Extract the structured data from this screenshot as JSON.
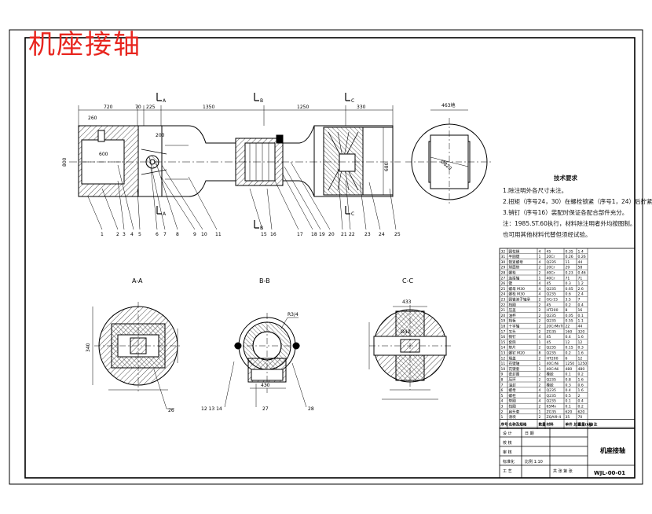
{
  "title_watermark": "机座接轴",
  "section_labels": {
    "aa": "A-A",
    "bb": "B-B",
    "cc": "C-C",
    "a": "A",
    "b": "B",
    "c": "C"
  },
  "dimensions": {
    "d720": "720",
    "d70": "70",
    "d225": "225",
    "d1350": "1350",
    "d1250": "1250",
    "d330": "330",
    "d260": "260",
    "d200": "200",
    "d800": "800",
    "d680": "680",
    "d600": "600",
    "d463": "463地",
    "d820": "Ø820",
    "d340": "340",
    "d42": "Ø42",
    "d430": "430",
    "d433": "433"
  },
  "part_numbers": [
    "1",
    "2",
    "3",
    "4",
    "5",
    "6",
    "7",
    "8",
    "9",
    "10",
    "11",
    "15",
    "16",
    "17",
    "18",
    "19",
    "20",
    "21",
    "22",
    "23",
    "24",
    "25"
  ],
  "section_callouts": {
    "c26": "26",
    "c27": "27",
    "c28": "28",
    "c121314": "12 13 14",
    "r": "R3/4"
  },
  "tech_requirements": {
    "heading": "技术要求",
    "lines": [
      "1.除注明外各尺寸未注。",
      "2.扭矩（序号24，30）在螺栓锁紧（序号1，24）后拧紧锁紧。",
      "3.销钉（序号16）装配时保证各配合部件充分。",
      "注：1985.ST.60执行，材料除注明者外均按图制。",
      "   也可用其他材料代替但须经试验。"
    ]
  },
  "bom": {
    "rows": [
      {
        "no": "32",
        "name": "圆柱销",
        "qty": "4",
        "mat": "45",
        "w1": "0.35",
        "w2": "1.4"
      },
      {
        "no": "31",
        "name": "半圆键",
        "qty": "1",
        "mat": "20Cr",
        "w1": "0.26",
        "w2": "0.26"
      },
      {
        "no": "30",
        "name": "锁紧螺母",
        "qty": "4",
        "mat": "Q235",
        "w1": "11",
        "w2": "44"
      },
      {
        "no": "29",
        "name": "球面垫",
        "qty": "2",
        "mat": "20Cr",
        "w1": "29",
        "w2": "58"
      },
      {
        "no": "28",
        "name": "螺栓",
        "qty": "2",
        "mat": "40Cr",
        "w1": "0.23",
        "w2": "0.46"
      },
      {
        "no": "27",
        "name": "连接轴",
        "qty": "1",
        "mat": "40Cr",
        "w1": "71",
        "w2": "71"
      },
      {
        "no": "26",
        "name": "键",
        "qty": "4",
        "mat": "45",
        "w1": "0.3",
        "w2": "1.2"
      },
      {
        "no": "25",
        "name": "螺母 M30",
        "qty": "4",
        "mat": "Q235",
        "w1": "0.65",
        "w2": "2.6"
      },
      {
        "no": "24",
        "name": "螺栓 M30",
        "qty": "4",
        "mat": "Q235",
        "w1": "0.6",
        "w2": "2.4"
      },
      {
        "no": "23",
        "name": "圆锥滚子轴承",
        "qty": "2",
        "mat": "GCr15",
        "w1": "3.5",
        "w2": "7"
      },
      {
        "no": "22",
        "name": "挡圈",
        "qty": "2",
        "mat": "45",
        "w1": "0.2",
        "w2": "0.4"
      },
      {
        "no": "21",
        "name": "压盖",
        "qty": "2",
        "mat": "HT200",
        "w1": "8",
        "w2": "16"
      },
      {
        "no": "20",
        "name": "油杯",
        "qty": "2",
        "mat": "Q235",
        "w1": "0.05",
        "w2": "0.1"
      },
      {
        "no": "19",
        "name": "挡板",
        "qty": "2",
        "mat": "Q235",
        "w1": "0.55",
        "w2": "1.1"
      },
      {
        "no": "18",
        "name": "十字轴",
        "qty": "2",
        "mat": "20CrMnTi",
        "w1": "22",
        "w2": "44"
      },
      {
        "no": "17",
        "name": "叉头",
        "qty": "2",
        "mat": "ZG35",
        "w1": "160",
        "w2": "320"
      },
      {
        "no": "16",
        "name": "销钉",
        "qty": "4",
        "mat": "45",
        "w1": "0.4",
        "w2": "1.6"
      },
      {
        "no": "15",
        "name": "套筒",
        "qty": "1",
        "mat": "45",
        "w1": "12",
        "w2": "12"
      },
      {
        "no": "14",
        "name": "垫片",
        "qty": "2",
        "mat": "Q235",
        "w1": "0.15",
        "w2": "0.3"
      },
      {
        "no": "13",
        "name": "螺钉 M20",
        "qty": "8",
        "mat": "Q235",
        "w1": "0.2",
        "w2": "1.6"
      },
      {
        "no": "12",
        "name": "端盖",
        "qty": "2",
        "mat": "HT200",
        "w1": "6",
        "w2": "12"
      },
      {
        "no": "11",
        "name": "花键轴",
        "qty": "1",
        "mat": "40CrNi",
        "w1": "1250",
        "w2": "1250"
      },
      {
        "no": "10",
        "name": "花键套",
        "qty": "1",
        "mat": "40CrNi",
        "w1": "480",
        "w2": "480"
      },
      {
        "no": "9",
        "name": "密封圈",
        "qty": "2",
        "mat": "橡胶",
        "w1": "0.1",
        "w2": "0.2"
      },
      {
        "no": "8",
        "name": "压环",
        "qty": "2",
        "mat": "Q235",
        "w1": "0.8",
        "w2": "1.6"
      },
      {
        "no": "7",
        "name": "油封",
        "qty": "2",
        "mat": "橡胶",
        "w1": "0.3",
        "w2": "0.6"
      },
      {
        "no": "6",
        "name": "螺母",
        "qty": "4",
        "mat": "Q235",
        "w1": "0.4",
        "w2": "1.6"
      },
      {
        "no": "5",
        "name": "螺栓",
        "qty": "4",
        "mat": "Q235",
        "w1": "0.5",
        "w2": "2"
      },
      {
        "no": "4",
        "name": "垫圈",
        "qty": "4",
        "mat": "Q235",
        "w1": "0.1",
        "w2": "0.4"
      },
      {
        "no": "3",
        "name": "挡圈",
        "qty": "2",
        "mat": "65Mn",
        "w1": "0.1",
        "w2": "0.2"
      },
      {
        "no": "2",
        "name": "扁头套",
        "qty": "1",
        "mat": "ZG35",
        "w1": "620",
        "w2": "620"
      },
      {
        "no": "1",
        "name": "滑块",
        "qty": "2",
        "mat": "ZQAl9-4",
        "w1": "35",
        "w2": "70"
      }
    ],
    "header": {
      "no": "序号",
      "name": "名称及规格",
      "qty": "数量",
      "mat": "材料",
      "w": "单件 总计",
      "wt": "重量(kg)",
      "rem": "附 注"
    },
    "title_block": {
      "design": "设 计",
      "check": "校 核",
      "approve": "审 核",
      "std": "标准化",
      "process": "工 艺",
      "date": "日 期",
      "drawing_name": "机座接轴",
      "drawing_no": "WJL-00-01",
      "scale": "比例 1:10",
      "sheet": "共 张 第 张"
    }
  }
}
